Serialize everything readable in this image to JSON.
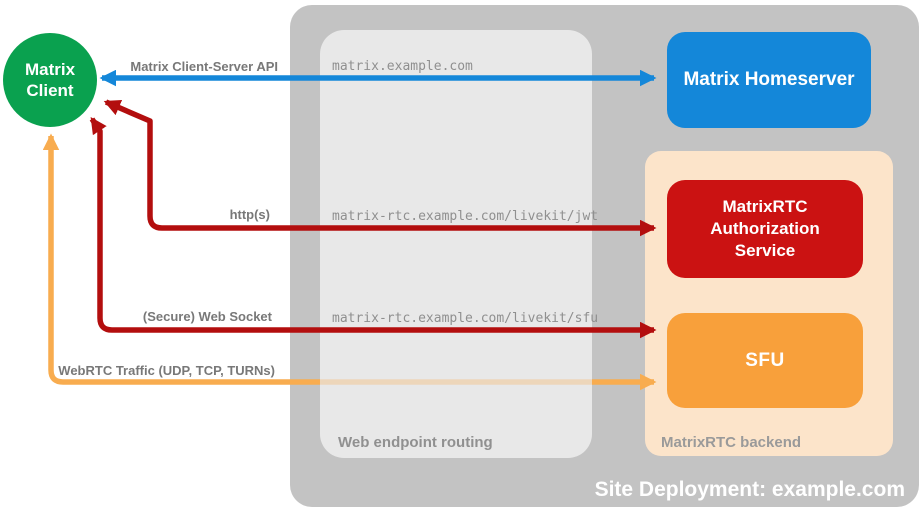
{
  "client": {
    "line1": "Matrix",
    "line2": "Client"
  },
  "nodes": {
    "homeserver": "Matrix Homeserver",
    "auth_service": "MatrixRTC Authorization Service",
    "sfu": "SFU"
  },
  "containers": {
    "site": "Site Deployment: example.com",
    "routing": "Web endpoint routing",
    "backend": "MatrixRTC backend"
  },
  "arrows": {
    "client_server_api": {
      "label": "Matrix Client-Server API",
      "endpoint": "matrix.example.com",
      "color": "#1487d9"
    },
    "https": {
      "label": "http(s)",
      "endpoint": "matrix-rtc.example.com/livekit/jwt",
      "color": "#b30e0e"
    },
    "websocket": {
      "label": "(Secure) Web Socket",
      "endpoint": "matrix-rtc.example.com/livekit/sfu",
      "color": "#b30e0e"
    },
    "webrtc": {
      "label": "WebRTC Traffic (UDP, TCP, TURNs)",
      "color": "#f8ac4f"
    }
  },
  "colors": {
    "homeserver_blue": "#1487d9",
    "client_green": "#0aa14f",
    "auth_red": "#cb1212",
    "arrow_red": "#b30e0e",
    "sfu_orange": "#f8a03b",
    "arrow_orange": "#f8ac4f",
    "backend_peach": "#fce4ca",
    "site_gray": "#c3c3c3",
    "routing_gray": "#e8e8e8"
  }
}
